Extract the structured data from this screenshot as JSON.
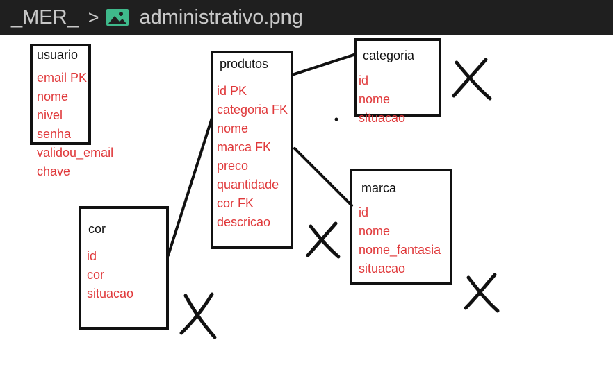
{
  "window": {
    "breadcrumb_folder": "_MER_",
    "breadcrumb_separator": ">",
    "file_icon": "image-file-icon",
    "file_name": "administrativo.png"
  },
  "colors": {
    "titlebar": "#1f1f1f",
    "titlebar_text": "#c8c8c8",
    "icon": "#3fb98b",
    "attribute_text": "#e0393b",
    "ink": "#111111",
    "canvas": "#ffffff"
  },
  "entities": {
    "usuario": {
      "title": "usuario",
      "attributes": [
        "email PK",
        "nome",
        "nivel",
        "senha",
        "validou_email",
        "chave"
      ]
    },
    "produtos": {
      "title": "produtos",
      "attributes": [
        "id PK",
        "categoria FK",
        "nome",
        "marca FK",
        "preco",
        "quantidade",
        "cor FK",
        "descricao"
      ]
    },
    "categoria": {
      "title": "categoria",
      "attributes": [
        "id",
        "nome",
        "situacao"
      ]
    },
    "marca": {
      "title": "marca",
      "attributes": [
        "id",
        "nome",
        "nome_fantasia",
        "situacao"
      ]
    },
    "cor": {
      "title": "cor",
      "attributes": [
        "id",
        "cor",
        "situacao"
      ]
    }
  },
  "relationships": [
    {
      "from": "produtos",
      "to": "categoria"
    },
    {
      "from": "produtos",
      "to": "marca"
    },
    {
      "from": "produtos",
      "to": "cor"
    }
  ],
  "annotations": [
    "X",
    "X",
    "X",
    "X"
  ]
}
